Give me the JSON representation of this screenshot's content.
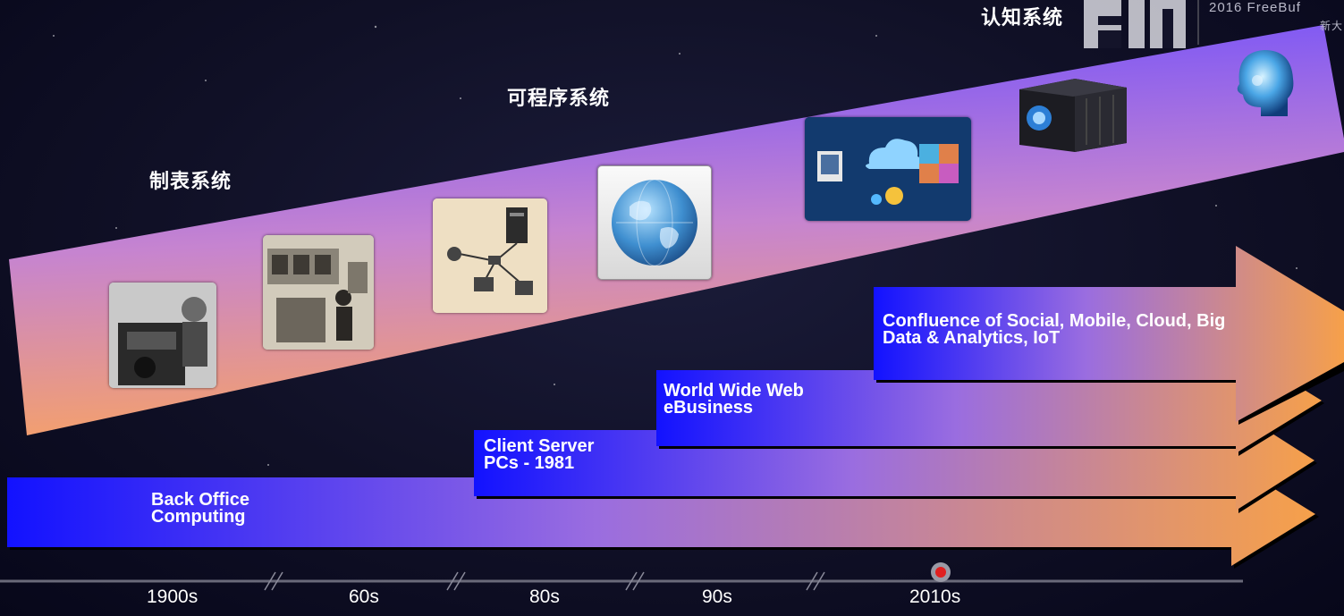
{
  "eras": [
    {
      "label": "制表系统"
    },
    {
      "label": "可程序系统"
    },
    {
      "label": "认知系统"
    }
  ],
  "arrows": [
    {
      "line1": "Back Office",
      "line2": "Computing"
    },
    {
      "line1": "Client Server",
      "line2": "PCs - 1981"
    },
    {
      "line1": "World Wide Web",
      "line2": "eBusiness"
    },
    {
      "line1": "Confluence of Social, Mobile, Cloud, Big",
      "line2": "Data & Analytics, IoT"
    }
  ],
  "timeline": {
    "ticks": [
      "1900s",
      "60s",
      "80s",
      "90s",
      "2010s"
    ],
    "marker_color": "#e02020"
  },
  "watermark": {
    "line1": "2016 FreeBuf",
    "line2": "新大"
  },
  "illustrations": [
    {
      "icon": "punch-card-machine-photo"
    },
    {
      "icon": "mainframe-operator-photo"
    },
    {
      "icon": "client-server-network-icon"
    },
    {
      "icon": "globe-icon"
    },
    {
      "icon": "cloud-mobile-network-icon"
    },
    {
      "icon": "ibm-watson-server-icon"
    },
    {
      "icon": "cognitive-head-icon"
    }
  ],
  "colors": {
    "gradient_start": "#1010ff",
    "gradient_mid": "#9b6fe0",
    "gradient_end": "#f59a50",
    "band_top": "#8a5cf0",
    "band_bottom": "#f3a07a"
  }
}
